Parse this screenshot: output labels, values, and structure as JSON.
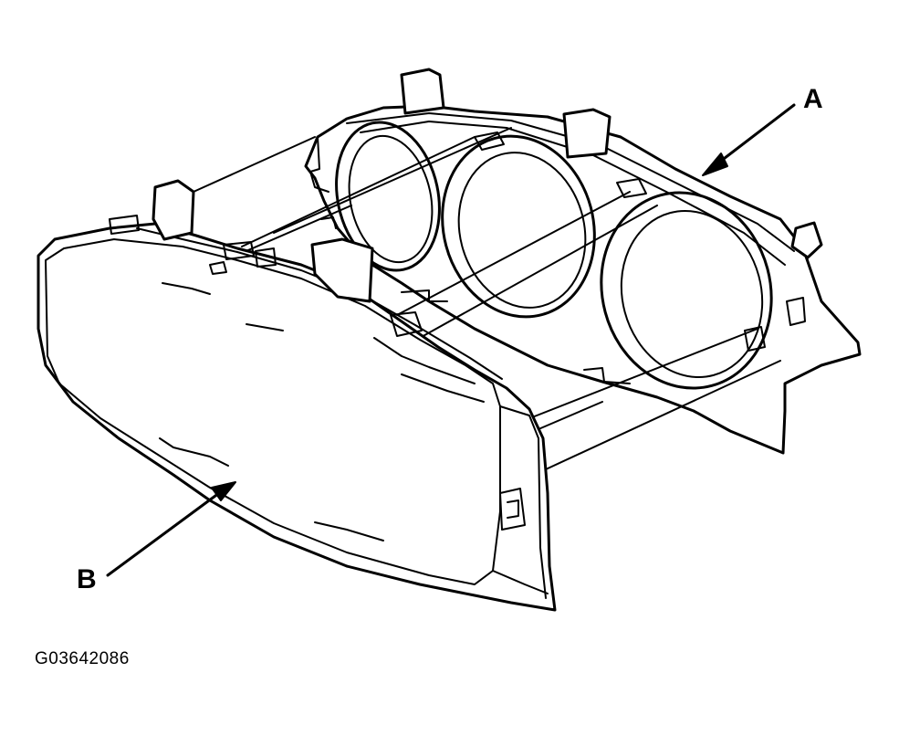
{
  "labels": {
    "a": "A",
    "b": "B"
  },
  "figure_code": "G03642086"
}
